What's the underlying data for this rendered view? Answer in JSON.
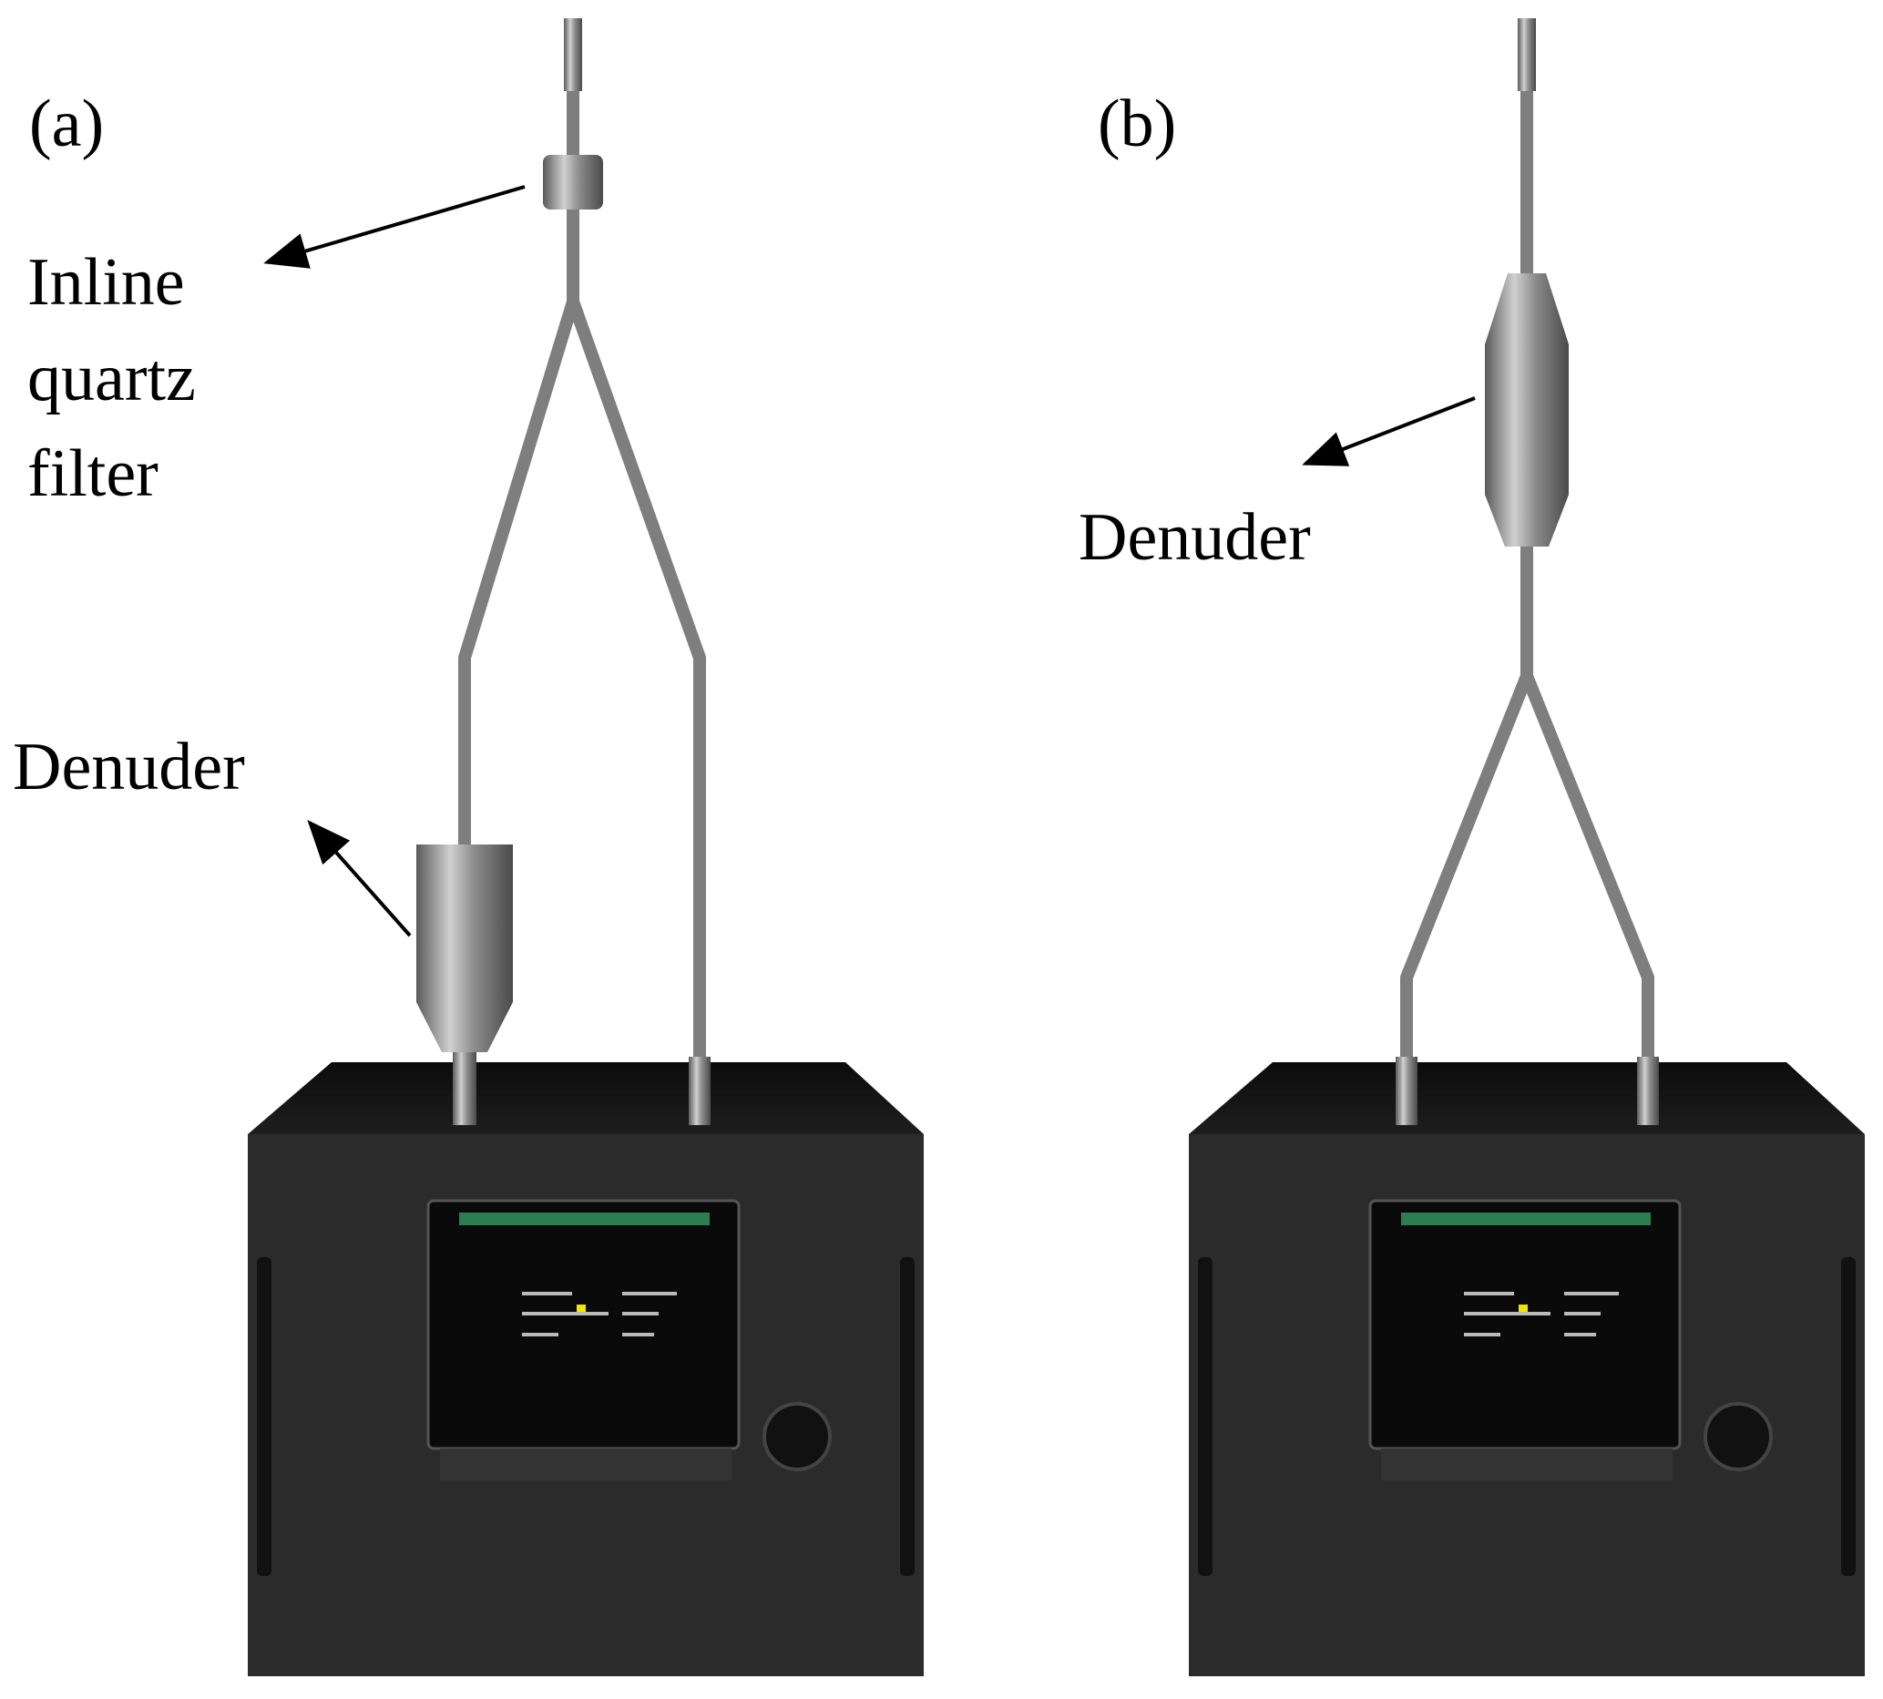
{
  "panels": [
    {
      "tag": "(a)",
      "labels": {
        "filter": [
          "Inline",
          "quartz",
          "filter"
        ],
        "denuder": "Denuder"
      }
    },
    {
      "tag": "(b)",
      "labels": {
        "denuder": "Denuder"
      }
    }
  ],
  "colors": {
    "chassis": "#2b2b2b",
    "tube": "#8a8a8a",
    "screen_header": "#2e7d4f",
    "screen_indicator": "#f2e600"
  }
}
